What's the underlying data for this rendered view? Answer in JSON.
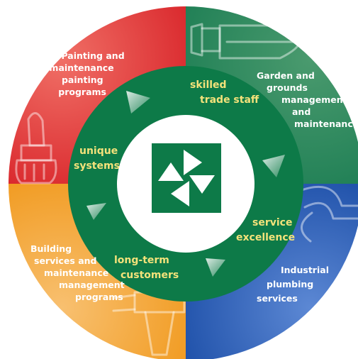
{
  "colors": {
    "red_segment": "#d9262b",
    "green_segment": "#1f7f55",
    "blue_segment": "#1d4fa8",
    "orange_segment": "#f19a1f",
    "inner_ring": "#0d7a48",
    "outer_label_text": "#ffffff",
    "inner_label_text": "#f3e27a"
  },
  "outer_segments": [
    {
      "icon": "paintbrush-icon",
      "lines": [
        "Painting and",
        "maintenance",
        "painting",
        "programs"
      ]
    },
    {
      "icon": "trowel-icon",
      "lines": [
        "Garden and",
        "grounds",
        "management",
        "and",
        "maintenance"
      ]
    },
    {
      "icon": "pipe-icon",
      "lines": [
        "Industrial",
        "plumbing",
        "services"
      ]
    },
    {
      "icon": "hammer-icon",
      "lines": [
        "Building",
        "services and",
        "maintenance",
        "management",
        "programs"
      ]
    }
  ],
  "inner_values": [
    {
      "lines": [
        "skilled",
        "trade staff"
      ]
    },
    {
      "lines": [
        "service",
        "excellence"
      ]
    },
    {
      "lines": [
        "long-term",
        "customers"
      ]
    },
    {
      "lines": [
        "unique",
        "systems"
      ]
    }
  ],
  "center": {
    "logo": "pinwheel-logo-icon"
  }
}
